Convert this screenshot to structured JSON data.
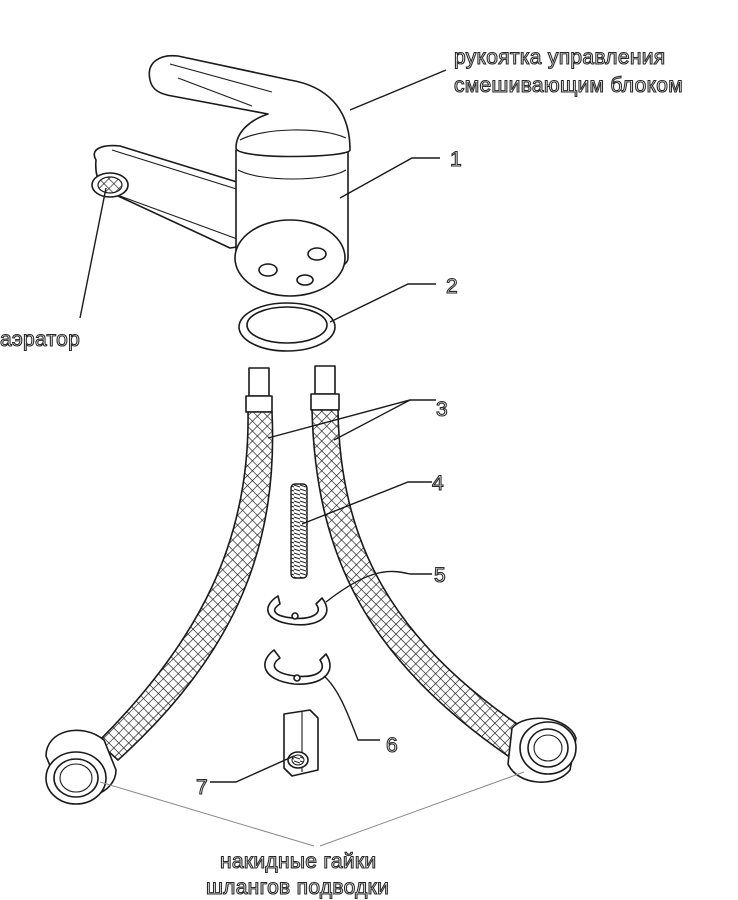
{
  "labels": {
    "handle_line1": "рукоятка управления",
    "handle_line2": "смешивающим блоком",
    "aerator": "аэратор",
    "nuts_line1": "накидные гайки",
    "nuts_line2": "шлангов подводки"
  },
  "part_numbers": [
    "1",
    "2",
    "3",
    "4",
    "5",
    "6",
    "7"
  ]
}
